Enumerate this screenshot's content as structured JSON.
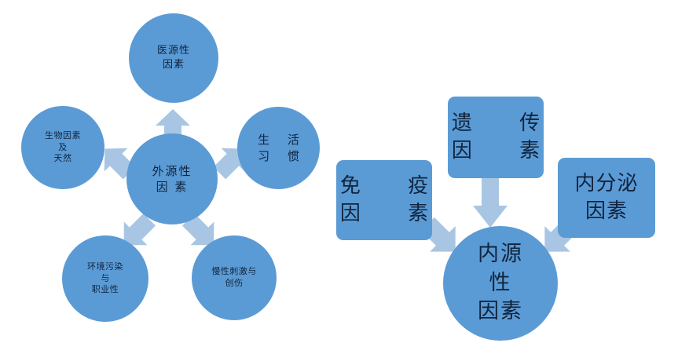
{
  "diagram": {
    "title_left": "外源性因素",
    "title_right": "内源性因素",
    "colors": {
      "node_fill": "#5B9BD5",
      "arrow_fill": "#A8C6E3",
      "text": "#10243E",
      "background": "#FFFFFF"
    },
    "left_cluster": {
      "center": {
        "label_lines": [
          "外源性",
          "因 素"
        ]
      },
      "nodes": [
        {
          "id": "iatrogenic",
          "label_lines": [
            "医源性",
            "因素"
          ]
        },
        {
          "id": "lifestyle",
          "label_lines": [
            "生 活",
            "习 惯"
          ]
        },
        {
          "id": "biological",
          "label_lines": [
            "生物因素",
            "及",
            "天然"
          ]
        },
        {
          "id": "environment",
          "label_lines": [
            "环境污染",
            "与",
            "职业性"
          ]
        },
        {
          "id": "chronic",
          "label_lines": [
            "慢性刺激与",
            "创伤"
          ]
        }
      ]
    },
    "right_cluster": {
      "center": {
        "label_lines": [
          "内源",
          "性",
          "因素"
        ]
      },
      "nodes": [
        {
          "id": "immune",
          "label_lines": [
            "免  疫",
            "因  素"
          ]
        },
        {
          "id": "genetic",
          "label_lines": [
            "遗  传",
            "因  素"
          ]
        },
        {
          "id": "endocrine",
          "label_lines": [
            "内分泌",
            "因素"
          ]
        }
      ]
    },
    "arrows": [
      {
        "id": "arrow-up-iatrogenic",
        "direction": "up"
      },
      {
        "id": "arrow-left-biological",
        "direction": "up-left"
      },
      {
        "id": "arrow-right-lifestyle",
        "direction": "up-right"
      },
      {
        "id": "arrow-down-left-environment",
        "direction": "down-left"
      },
      {
        "id": "arrow-down-right-chronic",
        "direction": "down-right"
      },
      {
        "id": "arrow-down-genetic",
        "direction": "down"
      },
      {
        "id": "arrow-immune-to-center",
        "direction": "down-right"
      },
      {
        "id": "arrow-endocrine-to-center",
        "direction": "down-left"
      }
    ]
  }
}
